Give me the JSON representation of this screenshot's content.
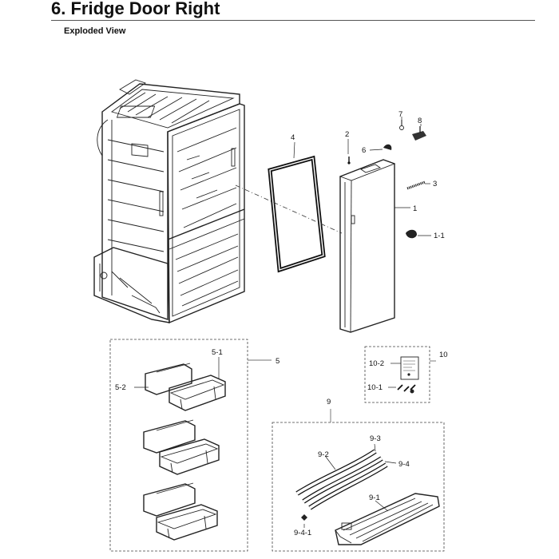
{
  "header": {
    "title": "6.  Fridge Door Right",
    "subtitle": "Exploded View"
  },
  "callouts": {
    "p1": "1",
    "p1_1": "1-1",
    "p2": "2",
    "p3": "3",
    "p4": "4",
    "p5": "5",
    "p5_1": "5-1",
    "p5_2": "5-2",
    "p6": "6",
    "p7": "7",
    "p8": "8",
    "p9": "9",
    "p9_1": "9-1",
    "p9_2": "9-2",
    "p9_3": "9-3",
    "p9_4": "9-4",
    "p9_4_1": "9-4-1",
    "p10": "10",
    "p10_1": "10-1",
    "p10_2": "10-2"
  }
}
